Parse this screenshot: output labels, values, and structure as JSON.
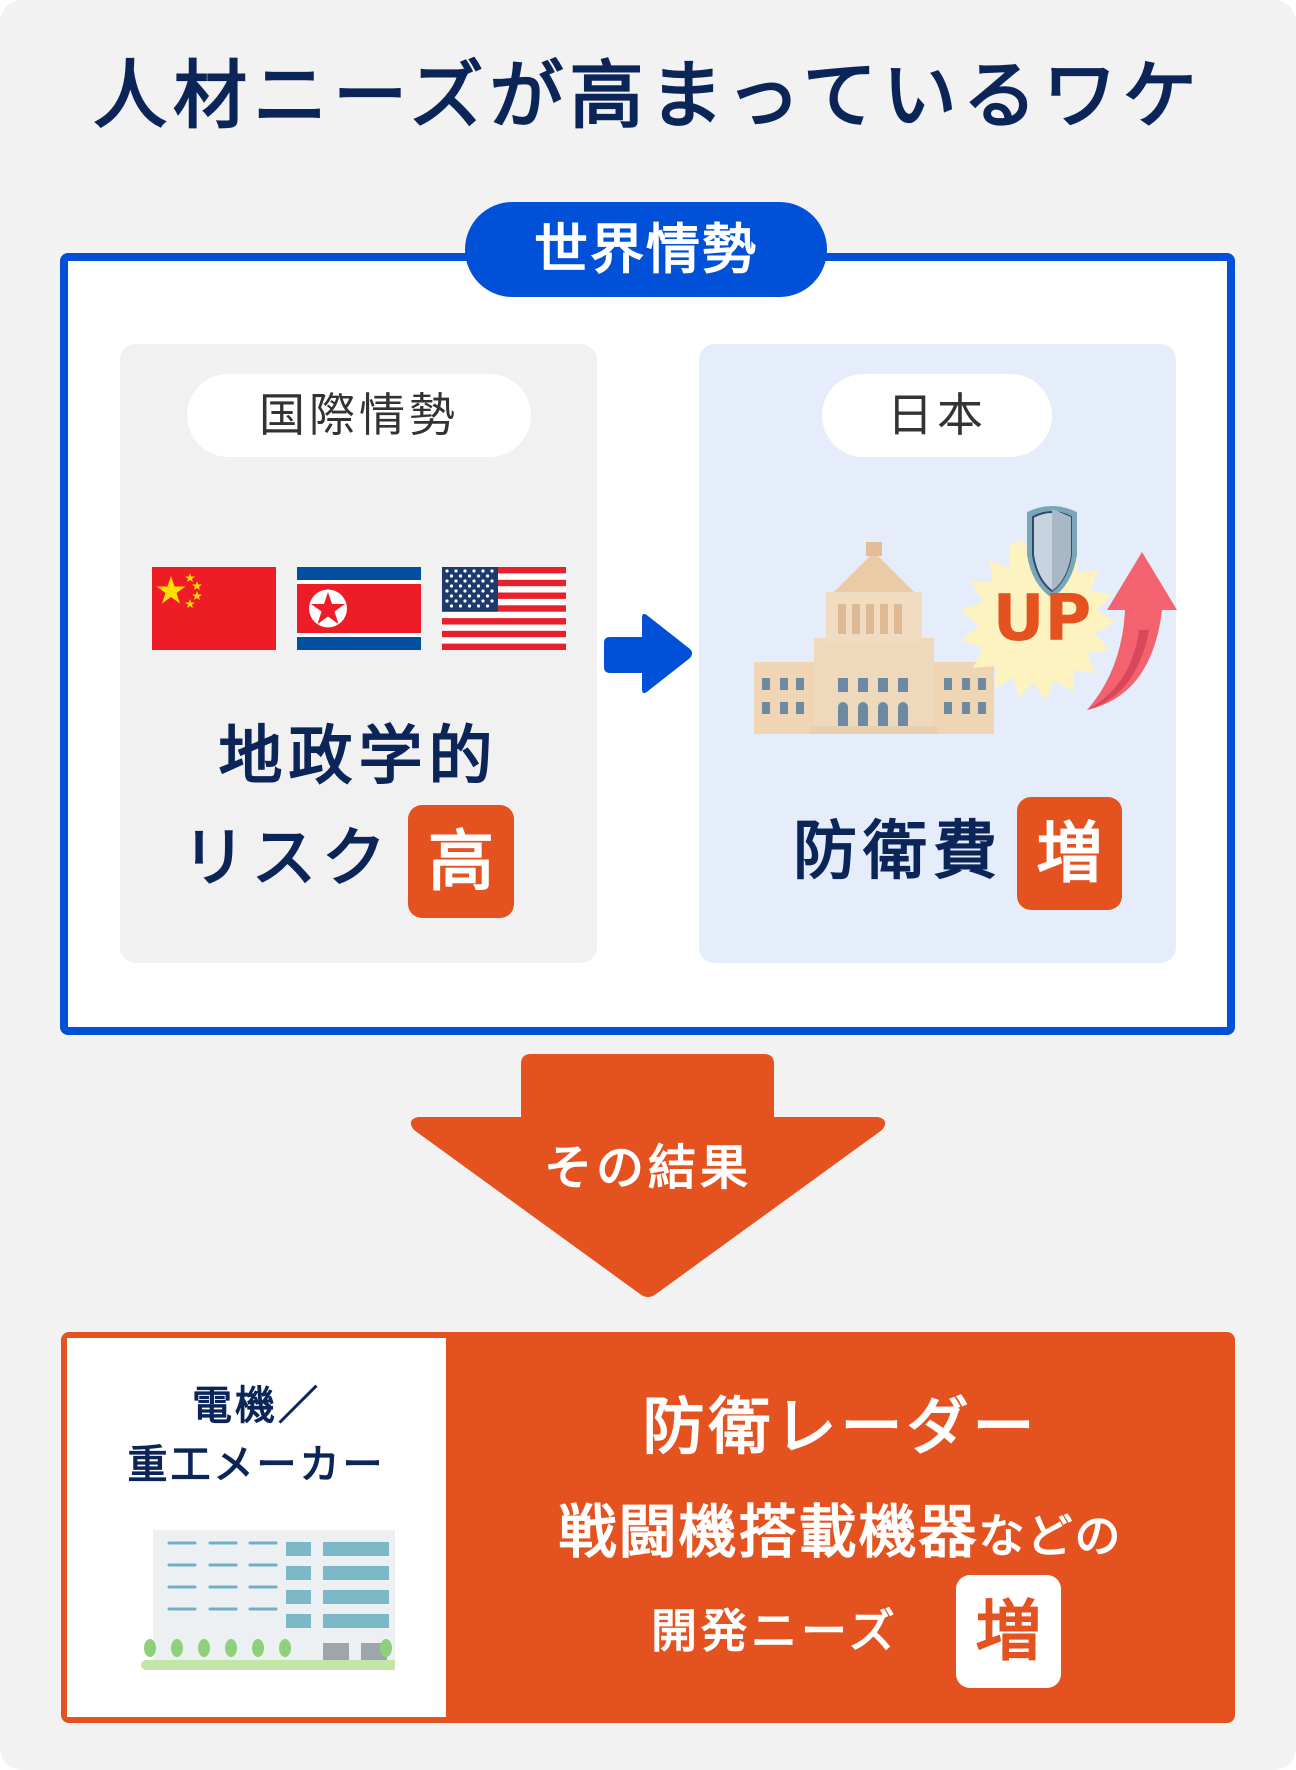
{
  "title": "人材ニーズが高まっているワケ",
  "world_section": {
    "label": "世界情勢",
    "left_panel": {
      "label": "国際情勢",
      "flags": [
        {
          "country": "China",
          "icon": "china-flag-icon"
        },
        {
          "country": "North Korea",
          "icon": "north-korea-flag-icon"
        },
        {
          "country": "United States",
          "icon": "usa-flag-icon"
        }
      ],
      "line1": "地政学的",
      "line2": "リスク",
      "badge": "高"
    },
    "arrow_icon": "right-arrow-icon",
    "right_panel": {
      "label": "日本",
      "illustration": {
        "building": "diet-building-icon",
        "shield": "shield-icon",
        "burst_text": "UP",
        "arrow": "up-arrow-icon"
      },
      "text": "防衛費",
      "badge": "増"
    }
  },
  "result_arrow": {
    "label": "その結果"
  },
  "result": {
    "company_line1": "電機／",
    "company_line2": "重工メーカー",
    "company_icon": "office-building-icon",
    "need_line1": "防衛レーダー",
    "need_line2_main": "戦闘機搭載機器",
    "need_line2_suffix": "などの",
    "need_line3": "開発ニーズ",
    "badge": "増"
  },
  "colors": {
    "background": "#f2f2f2",
    "primary_blue": "#0050d8",
    "navy_text": "#0b2559",
    "accent_orange": "#e4521f",
    "panel_gray": "#f1f1f1",
    "panel_blue": "#e4edf9"
  }
}
